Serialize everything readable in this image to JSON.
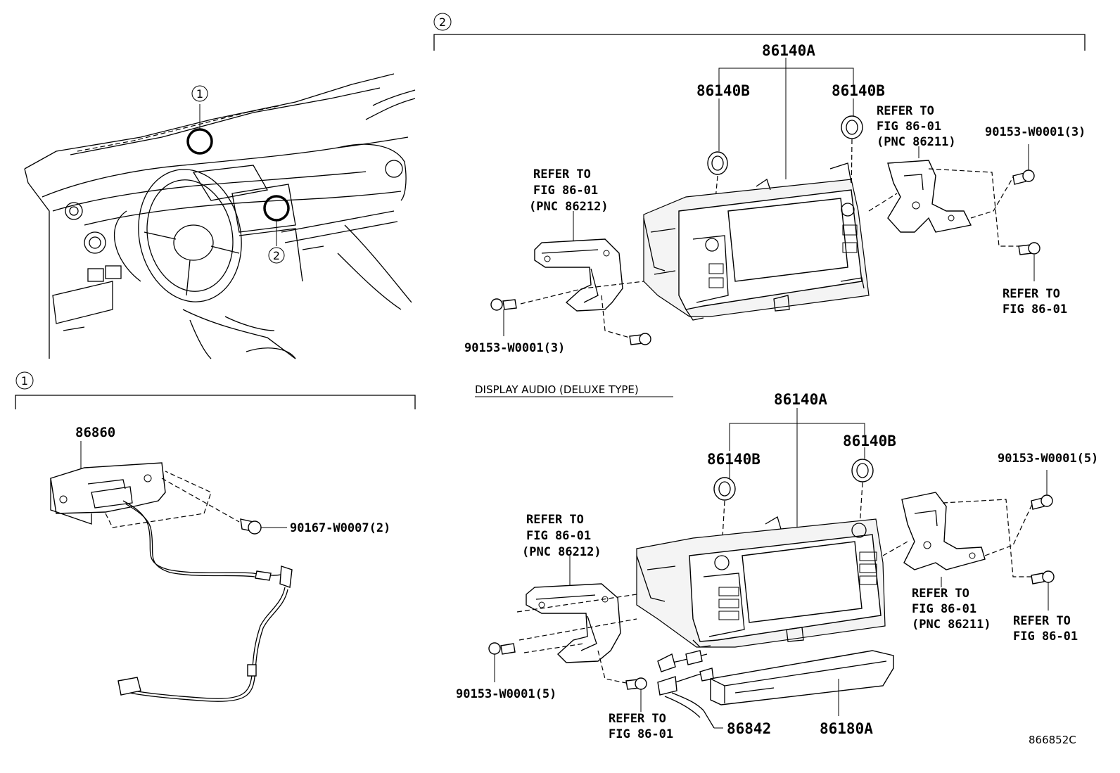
{
  "callouts": {
    "one": "1",
    "two": "2"
  },
  "section2_top": {
    "assembly": "86140A",
    "knob_left": "86140B",
    "knob_right": "86140B",
    "refer_left": [
      "REFER TO",
      "FIG 86-01",
      "(PNC 86212)"
    ],
    "refer_right_top": [
      "REFER TO",
      "FIG 86-01",
      "(PNC 86211)"
    ],
    "refer_right_bottom": [
      "REFER TO",
      "FIG 86-01"
    ],
    "bolt_left": "90153-W0001(3)",
    "bolt_right": "90153-W0001(3)"
  },
  "section1": {
    "part": "86860",
    "bolt": "90167-W0007(2)"
  },
  "section2_bottom": {
    "caption": "DISPLAY AUDIO (DELUXE TYPE)",
    "assembly": "86140A",
    "knob_left": "86140B",
    "knob_right": "86140B",
    "refer_left": [
      "REFER TO",
      "FIG 86-01",
      "(PNC 86212)"
    ],
    "refer_right_mid": [
      "REFER TO",
      "FIG 86-01",
      "(PNC 86211)"
    ],
    "refer_right": [
      "REFER TO",
      "FIG 86-01"
    ],
    "refer_bottom": [
      "REFER TO",
      "FIG 86-01"
    ],
    "bolt_left": "90153-W0001(5)",
    "bolt_right": "90153-W0001(5)",
    "harness": "86842",
    "unit": "86180A"
  },
  "figure_code": "866852C"
}
